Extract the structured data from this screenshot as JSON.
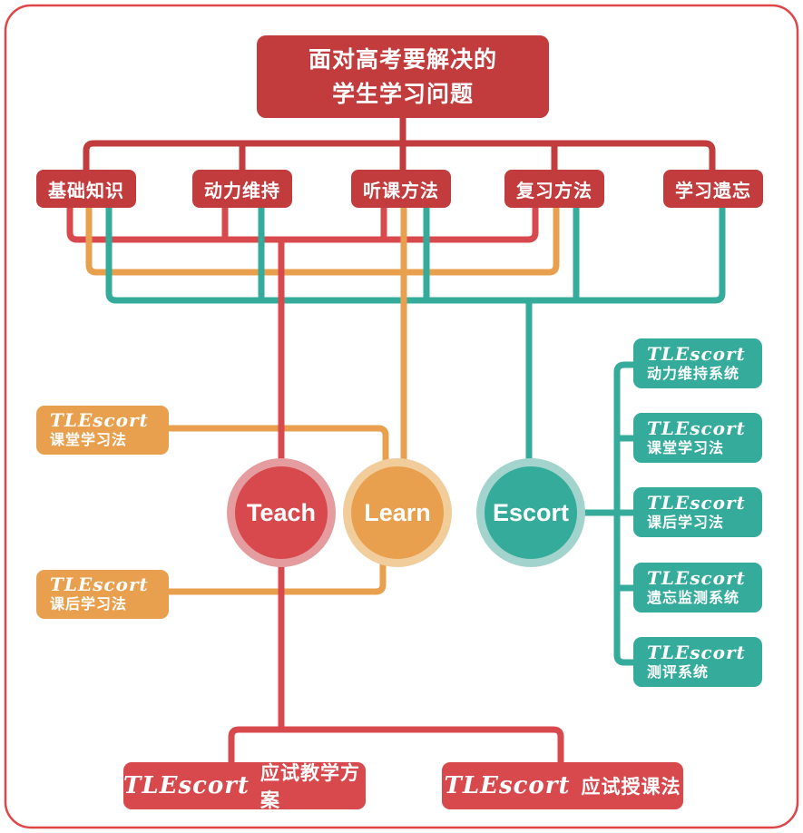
{
  "colors": {
    "red_dark": "#C23B3D",
    "red": "#D8494D",
    "orange": "#E8A04E",
    "teal": "#35AC9B",
    "red_ring": "#E59C9E",
    "orange_ring": "#F2CD9C",
    "teal_ring": "#A2D3CC",
    "frame": "#E04547"
  },
  "root_node": {
    "line1": "面对高考要解决的",
    "line2": "学生学习问题"
  },
  "problem_nodes": [
    {
      "label": "基础知识"
    },
    {
      "label": "动力维持"
    },
    {
      "label": "听课方法"
    },
    {
      "label": "复习方法"
    },
    {
      "label": "学习遗忘"
    }
  ],
  "circle_nodes": [
    {
      "label": "Teach"
    },
    {
      "label": "Learn"
    },
    {
      "label": "Escort"
    }
  ],
  "left_nodes": [
    {
      "logo": "TLEscort",
      "label": "课堂学习法"
    },
    {
      "logo": "TLEscort",
      "label": "课后学习法"
    }
  ],
  "right_nodes": [
    {
      "logo": "TLEscort",
      "label": "动力维持系统"
    },
    {
      "logo": "TLEscort",
      "label": "课堂学习法"
    },
    {
      "logo": "TLEscort",
      "label": "课后学习法"
    },
    {
      "logo": "TLEscort",
      "label": "遗忘监测系统"
    },
    {
      "logo": "TLEscort",
      "label": "测评系统"
    }
  ],
  "bottom_nodes": [
    {
      "logo": "TLEscort",
      "label": "应试教学方案"
    },
    {
      "logo": "TLEscort",
      "label": "应试授课法"
    }
  ]
}
